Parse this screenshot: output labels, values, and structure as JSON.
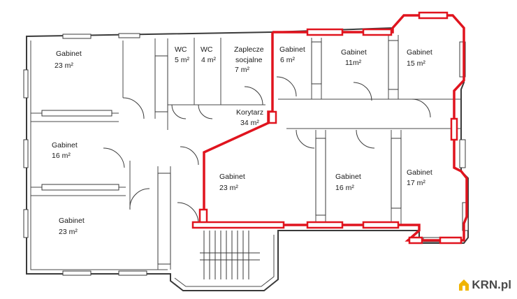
{
  "rooms": [
    {
      "name": "Gabinet",
      "area": "23 m²"
    },
    {
      "name": "WC",
      "area": "5 m²"
    },
    {
      "name": "WC",
      "area": "4 m²"
    },
    {
      "name": "Zaplecze",
      "name2": "socjalne",
      "area": "7 m²"
    },
    {
      "name": "Gabinet",
      "area": "6 m²"
    },
    {
      "name": "Gabinet",
      "area": "11m²"
    },
    {
      "name": "Gabinet",
      "area": "15 m²"
    },
    {
      "name": "Gabinet",
      "area": "16 m²"
    },
    {
      "name": "Korytarz",
      "area": "34 m²"
    },
    {
      "name": "Gabinet",
      "area": "23 m²"
    },
    {
      "name": "Gabinet",
      "area": "16 m²"
    },
    {
      "name": "Gabinet",
      "area": "17 m²"
    },
    {
      "name": "Gabinet",
      "area": "23 m²"
    }
  ],
  "watermark": {
    "text": "KRN.pl",
    "icon": "house-icon"
  },
  "colors": {
    "highlight": "#e0141e",
    "wall": "#3a3a3a",
    "watermark": "#4a4a4a",
    "icon": "#f0b400"
  }
}
